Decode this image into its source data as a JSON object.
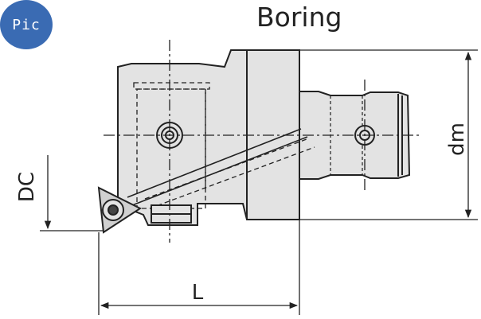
{
  "badge": {
    "text": "Pic"
  },
  "title": "Boring",
  "dimensions": {
    "dc": "DC",
    "dm": "dm",
    "l": "L"
  },
  "colors": {
    "badge": "#3a6bb3",
    "line": "#222222",
    "body_fill": "#e3e3e3",
    "insert_fill": "#d0d0d0"
  }
}
